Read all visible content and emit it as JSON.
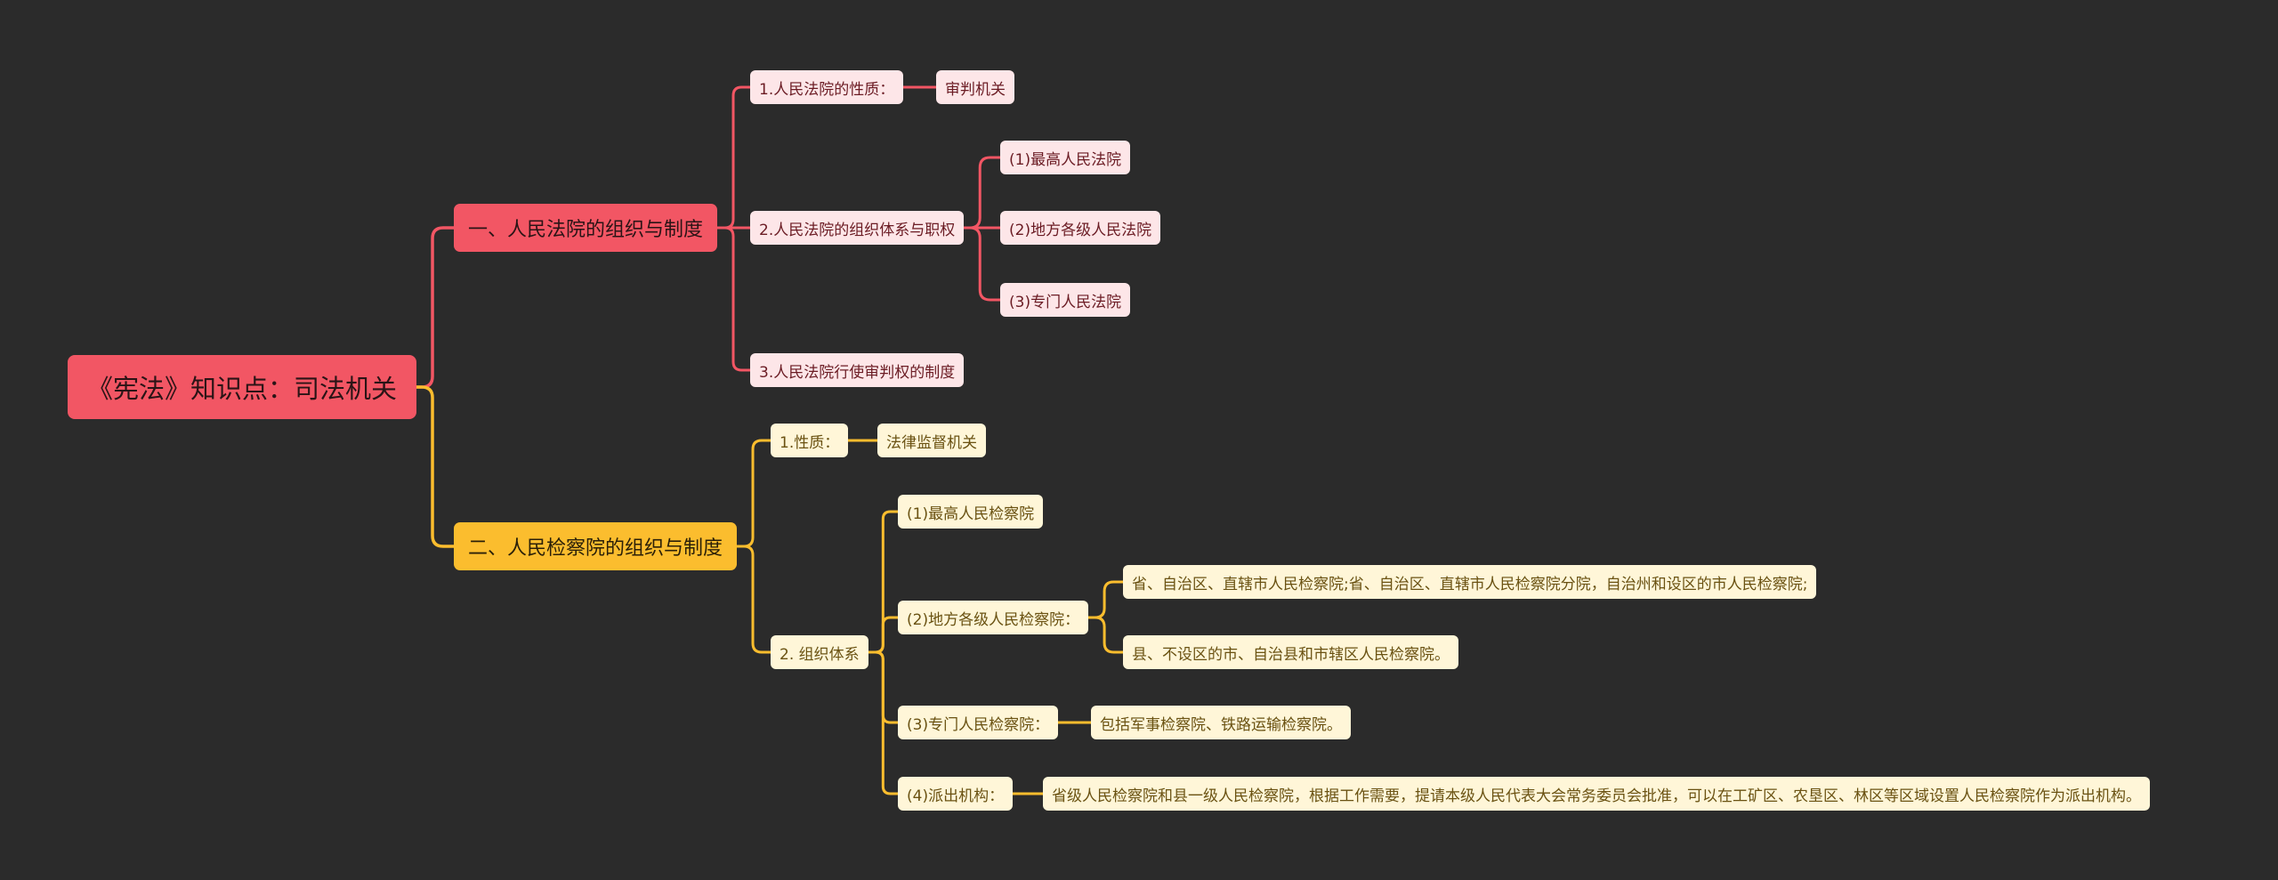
{
  "colors": {
    "background": "#2b2b2b",
    "red_branch": "#f25664",
    "yellow_branch": "#fbbd2e",
    "red_leaf": "#fde6e8",
    "yellow_leaf": "#fff6d8"
  },
  "root": {
    "label": "《宪法》知识点：司法机关"
  },
  "branches": [
    {
      "label": "一、人民法院的组织与制度",
      "items": [
        {
          "label": "1.人民法院的性质：",
          "child": "审判机关"
        },
        {
          "label": "2.人民法院的组织体系与职权",
          "children": [
            "(1)最高人民法院",
            "(2)地方各级人民法院",
            "(3)专门人民法院"
          ]
        },
        {
          "label": "3.人民法院行使审判权的制度"
        }
      ]
    },
    {
      "label": "二、人民检察院的组织与制度",
      "items": [
        {
          "label": "1.性质：",
          "child": "法律监督机关"
        },
        {
          "label": "2. 组织体系",
          "children": [
            {
              "label": "(1)最高人民检察院"
            },
            {
              "label": "(2)地方各级人民检察院：",
              "children": [
                "省、自治区、直辖市人民检察院;省、自治区、直辖市人民检察院分院，自治州和设区的市人民检察院;",
                "县、不设区的市、自治县和市辖区人民检察院。"
              ]
            },
            {
              "label": "(3)专门人民检察院：",
              "child": "包括军事检察院、铁路运输检察院。"
            },
            {
              "label": "(4)派出机构：",
              "child": "省级人民检察院和县一级人民检察院，根据工作需要，提请本级人民代表大会常务委员会批准，可以在工矿区、农垦区、林区等区域设置人民检察院作为派出机构。"
            }
          ]
        }
      ]
    }
  ]
}
